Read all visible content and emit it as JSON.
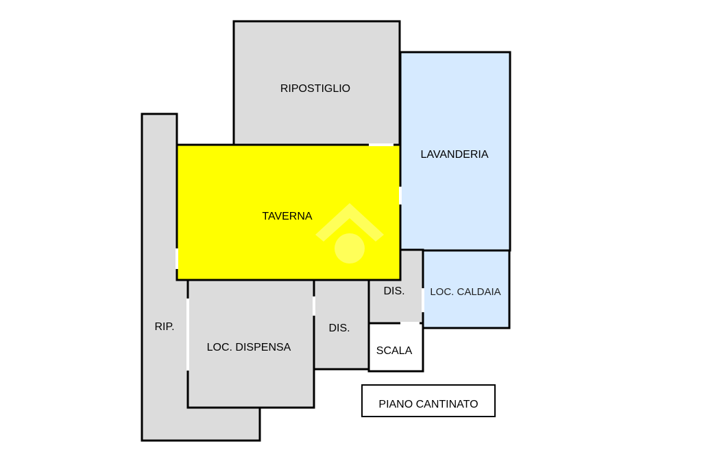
{
  "plan": {
    "colors": {
      "wall": "#000000",
      "storage": "#dcdcdc",
      "taverna": "#ffff00",
      "laundry": "#d6eaff",
      "stair": "#ffffff",
      "watermark": "#ffffff"
    },
    "rooms": {
      "ripostiglio": "RIPOSTIGLIO",
      "lavanderia": "LAVANDERIA",
      "taverna": "TAVERNA",
      "rip": "RIP.",
      "loc_dispensa": "LOC. DISPENSA",
      "dis_left": "DIS.",
      "dis_right": "DIS.",
      "loc_caldaia": "LOC. CALDAIA",
      "scala": "SCALA"
    },
    "floor_label": "PIANO CANTINATO"
  }
}
